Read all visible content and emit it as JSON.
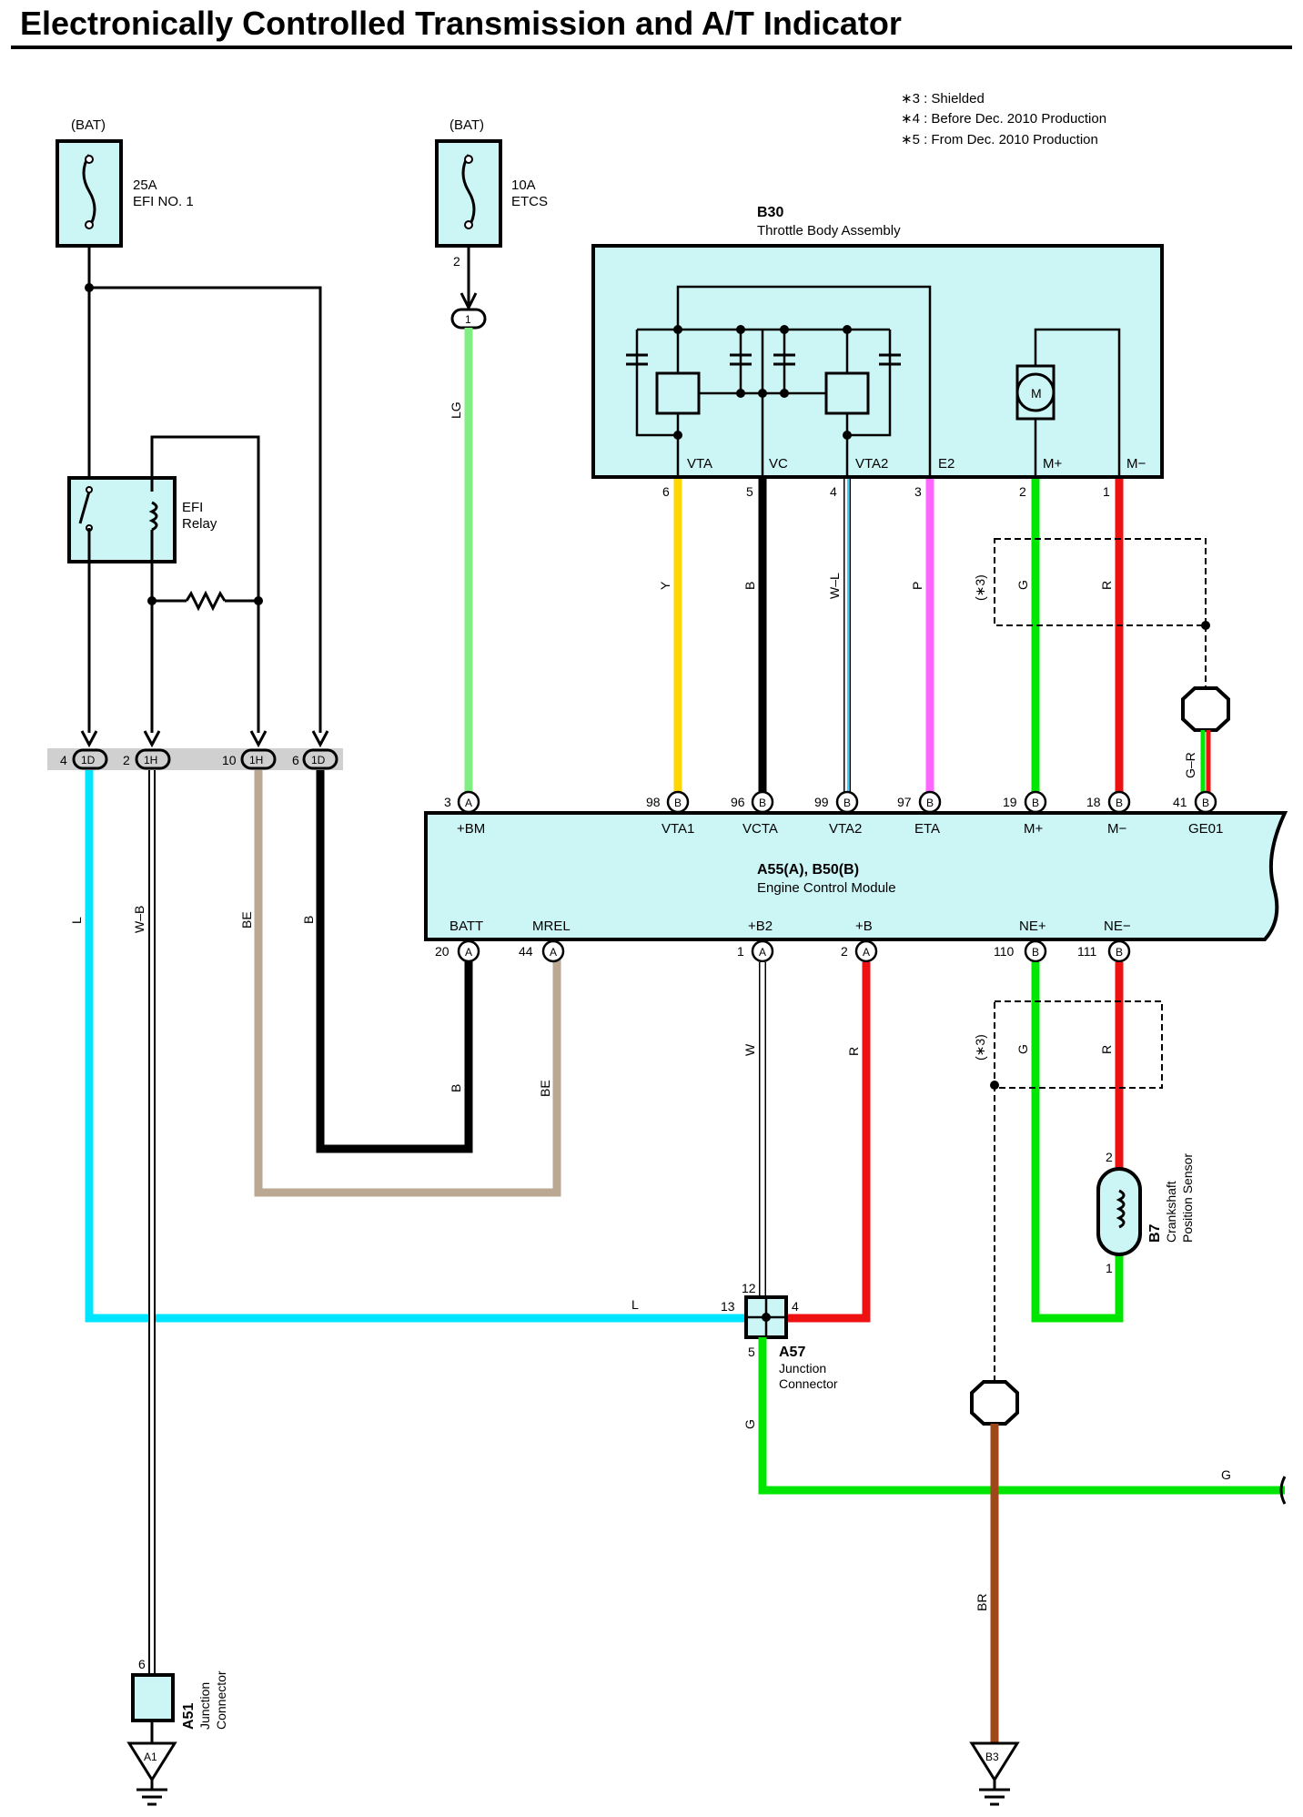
{
  "title": "Electronically Controlled Transmission and A/T Indicator",
  "notes": [
    "∗3 : Shielded",
    "∗4 : Before Dec.  2010 Production",
    "∗5 : From Dec.  2010 Production"
  ],
  "fuses": [
    {
      "source": "(BAT)",
      "rating": "25A",
      "name": "EFI NO. 1"
    },
    {
      "source": "(BAT)",
      "rating": "10A",
      "name": "ETCS",
      "pin": "2"
    }
  ],
  "relay": {
    "name1": "EFI",
    "name2": "Relay"
  },
  "throttle": {
    "code": "B30",
    "name": "Throttle Body Assembly",
    "motor": "M",
    "terminals": [
      "VTA",
      "VC",
      "VTA2",
      "E2",
      "M+",
      "M−"
    ],
    "pins": [
      "6",
      "5",
      "4",
      "3",
      "2",
      "1"
    ],
    "wires": [
      "Y",
      "B",
      "W–L",
      "P",
      "G",
      "R"
    ]
  },
  "shield_label": "(∗3)",
  "shield_ground_wire": "G–R",
  "ecm": {
    "code": "A55(A), B50(B)",
    "name": "Engine Control Module",
    "top_pins": [
      {
        "num": "3",
        "conn": "A",
        "term": "+BM"
      },
      {
        "num": "98",
        "conn": "B",
        "term": "VTA1"
      },
      {
        "num": "96",
        "conn": "B",
        "term": "VCTA"
      },
      {
        "num": "99",
        "conn": "B",
        "term": "VTA2"
      },
      {
        "num": "97",
        "conn": "B",
        "term": "ETA"
      },
      {
        "num": "19",
        "conn": "B",
        "term": "M+"
      },
      {
        "num": "18",
        "conn": "B",
        "term": "M−"
      },
      {
        "num": "41",
        "conn": "B",
        "term": "GE01"
      }
    ],
    "bottom_pins": [
      {
        "num": "20",
        "conn": "A",
        "term": "BATT"
      },
      {
        "num": "44",
        "conn": "A",
        "term": "MREL"
      },
      {
        "num": "1",
        "conn": "A",
        "term": "+B2"
      },
      {
        "num": "2",
        "conn": "A",
        "term": "+B"
      },
      {
        "num": "110",
        "conn": "B",
        "term": "NE+"
      },
      {
        "num": "111",
        "conn": "B",
        "term": "NE−"
      }
    ]
  },
  "relay_connectors": [
    {
      "num": "4",
      "code": "1D"
    },
    {
      "num": "2",
      "code": "1H"
    },
    {
      "num": "10",
      "code": "1H"
    },
    {
      "num": "6",
      "code": "1D"
    }
  ],
  "etcs_connector": "1",
  "wire_labels": {
    "lg": "LG",
    "l": "L",
    "wb": "W–B",
    "be": "BE",
    "b": "B",
    "batt_b": "B",
    "mrel_be": "BE",
    "w": "W",
    "r": "R",
    "ne_g": "G",
    "ne_r": "R",
    "jc_l": "L",
    "jc_g": "G",
    "g_right": "G",
    "br": "BR"
  },
  "junction_a57": {
    "code": "A57",
    "name1": "Junction",
    "name2": "Connector",
    "pins": [
      "12",
      "13",
      "4",
      "5"
    ]
  },
  "junction_a51": {
    "code": "A51",
    "name1": "Junction",
    "name2": "Connector",
    "pin": "6"
  },
  "crank": {
    "code": "B7",
    "name1": "Crankshaft",
    "name2": "Position Sensor",
    "pins": [
      "2",
      "1"
    ]
  },
  "grounds": [
    "A1",
    "B3"
  ],
  "colors": {
    "cyan_box": "#ccf5f6",
    "L": "#00e5ff",
    "LG": "#80ee80",
    "Y": "#ffd700",
    "B": "#000000",
    "WL_blue": "#40d0ff",
    "P": "#ff66ff",
    "G": "#00e600",
    "R": "#ee1111",
    "BE": "#baa892",
    "BR": "#a0471a"
  }
}
